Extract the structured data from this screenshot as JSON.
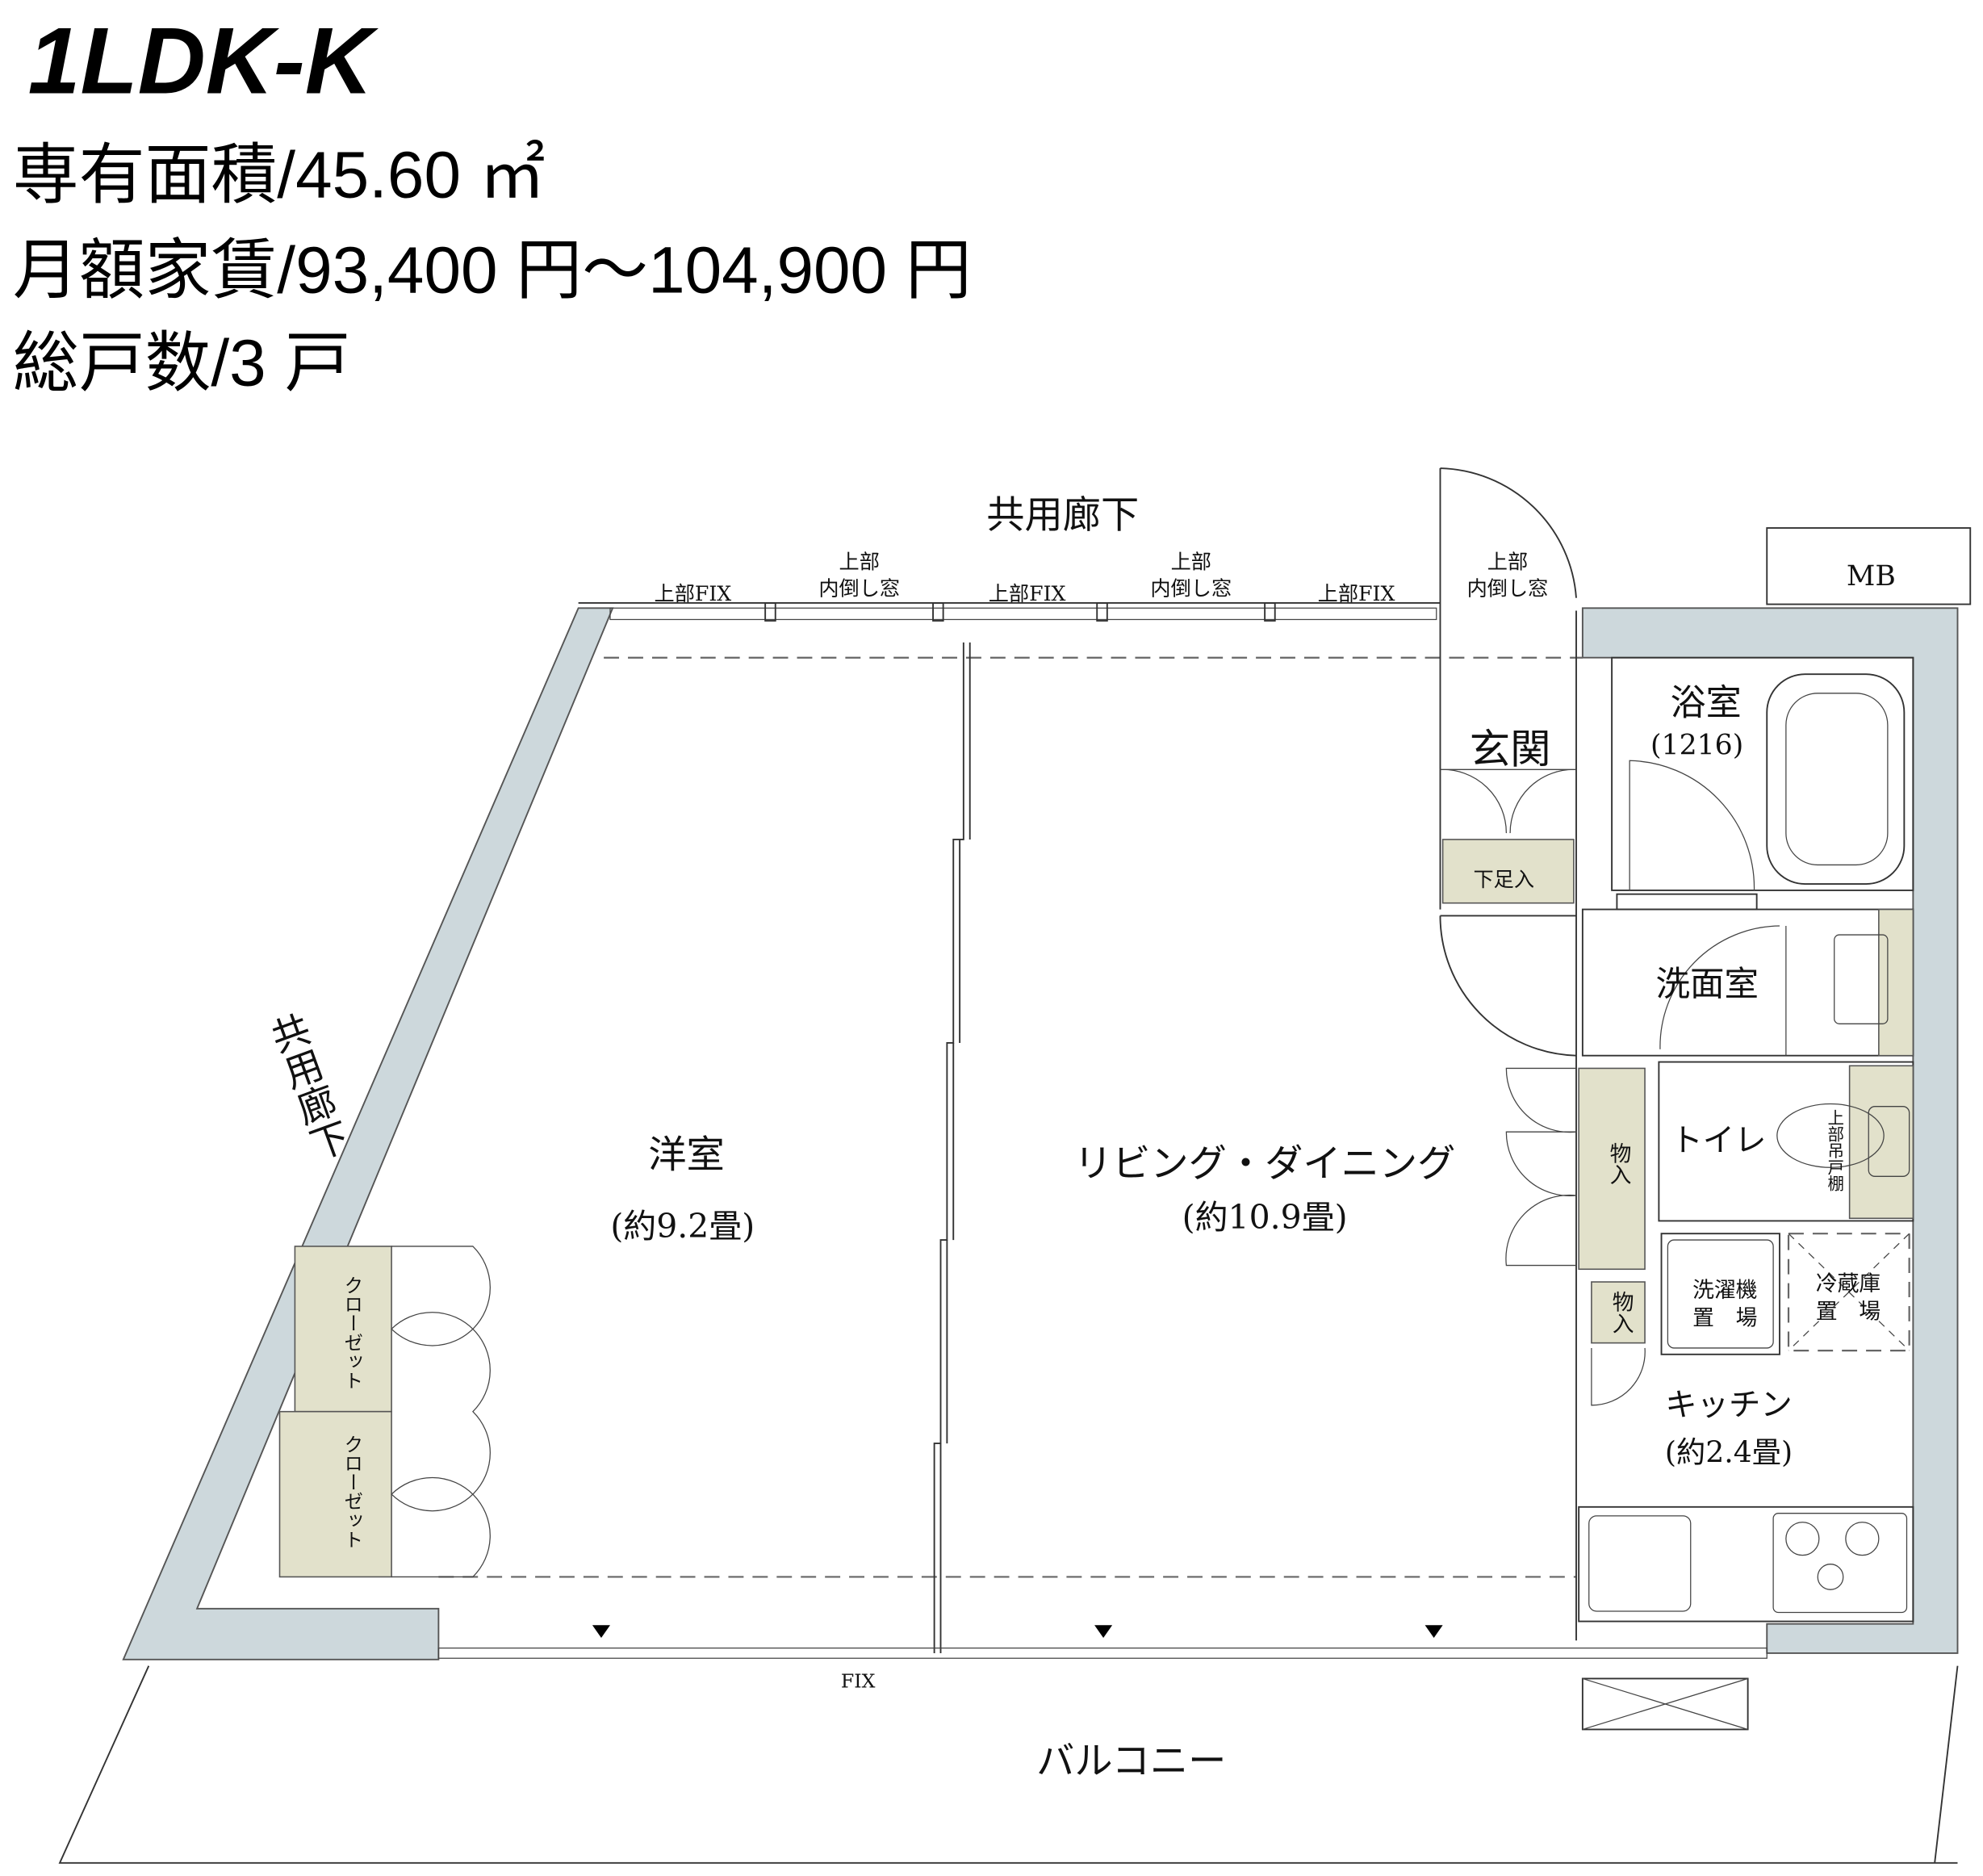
{
  "header": {
    "plan_type": "1LDK-K",
    "area": "専有面積/45.60 ㎡",
    "rent": "月額家賃/93,400 円～104,900 円",
    "units": "総戸数/3 戸"
  },
  "floor_plan": {
    "corridor_top": "共用廊下",
    "corridor_left": "共用廊下",
    "windows_top": [
      {
        "line1": "",
        "line2": "上部FIX"
      },
      {
        "line1": "上部",
        "line2": "内倒し窓"
      },
      {
        "line1": "",
        "line2": "上部FIX"
      },
      {
        "line1": "上部",
        "line2": "内倒し窓"
      },
      {
        "line1": "",
        "line2": "上部FIX"
      },
      {
        "line1": "上部",
        "line2": "内倒し窓"
      }
    ],
    "mb": "MB",
    "entrance": "玄関",
    "shoe_storage": "下足入",
    "bathroom": "浴室",
    "bathroom_size": "(1216)",
    "washroom": "洗面室",
    "toilet": "トイレ",
    "upper_shelf": "上部吊戸棚",
    "storage": "物入",
    "washer_space_1": "洗濯機",
    "washer_space_2": "置　場",
    "fridge_space_1": "冷蔵庫",
    "fridge_space_2": "置　場",
    "kitchen": "キッチン",
    "kitchen_size": "(約2.4畳)",
    "western_room": "洋室",
    "western_room_size": "(約9.2畳)",
    "living_dining": "リビング・ダイニング",
    "living_dining_size": "(約10.9畳)",
    "closet": "クローゼット",
    "fix": "FIX",
    "balcony": "バルコニー"
  },
  "colors": {
    "wall": "#cdd8dc",
    "storage": "#e2e1cb"
  }
}
